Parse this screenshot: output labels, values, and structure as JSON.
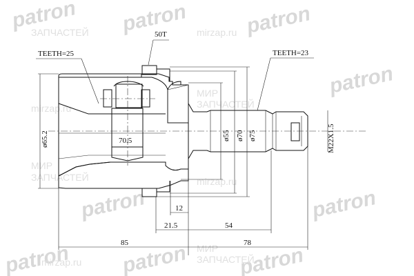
{
  "watermark": {
    "brand": "patron",
    "shop_top": "МИР",
    "shop_bottom": "ЗАПЧАСТЕЙ",
    "site": "mirzap.ru"
  },
  "labels": {
    "teeth_inner": "TEETH=25",
    "teeth_outer": "TEETH=23",
    "ring": "50T",
    "dia_housing": "ø65.2",
    "dia_55": "ø55",
    "dia_70": "ø70",
    "dia_75": "ø75",
    "thread": "M22X1.5",
    "len_70_5": "70.5",
    "len_12": "12",
    "len_21_5": "21.5",
    "len_54": "54",
    "len_85": "85",
    "len_78": "78"
  }
}
